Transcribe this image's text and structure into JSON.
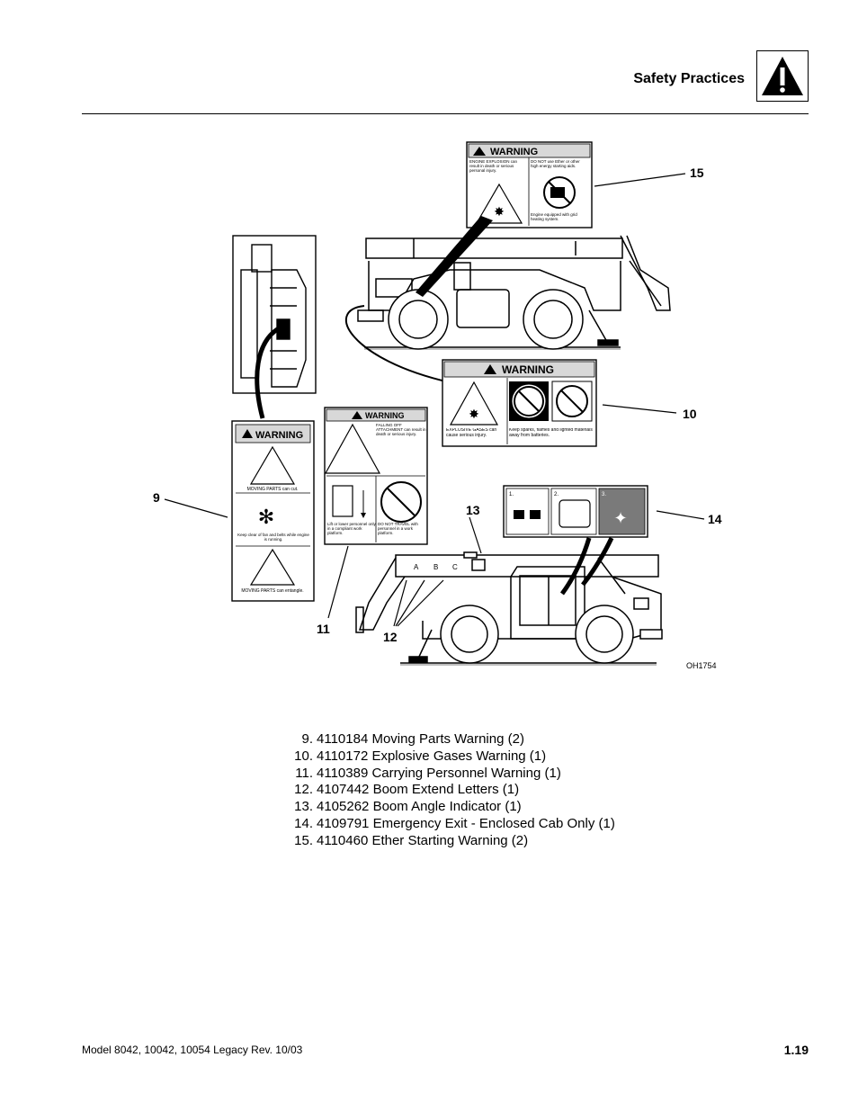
{
  "header": {
    "title": "Safety Practices",
    "icon": "warning-triangle-icon"
  },
  "figure": {
    "code": "OH1754",
    "callouts": [
      "9",
      "10",
      "11",
      "12",
      "13",
      "14",
      "15"
    ],
    "decals": {
      "warning_word": "WARNING",
      "d15": {
        "left": "ENGINE EXPLOSION can result in death or serious personal injury.",
        "right": "DO NOT use Ether or other high energy starting aids.",
        "bottom": "Engine equipped with grid heating system."
      },
      "d10": {
        "left": "EXPLOSIVE GASES can cause serious injury.",
        "right": "Keep sparks, flames and lighted materials away from batteries."
      },
      "d11": {
        "top": "FALLING OFF ATTACHMENT can result in death or serious injury.",
        "left": "Lift or lower personnel only in a compliant work platform.",
        "right": "DO NOT TRAVEL with personnel in a work platform."
      },
      "d9": {
        "a": "MOVING PARTS can cut.",
        "b": "Keep clear of fan and belts while engine is running.",
        "c": "MOVING PARTS can entangle."
      },
      "d14": {
        "steps": [
          "1.",
          "2.",
          "3."
        ]
      },
      "d12": {
        "letters": [
          "A",
          "B",
          "C"
        ]
      }
    }
  },
  "legend": [
    {
      "num": "9.",
      "text": "4110184 Moving Parts Warning (2)"
    },
    {
      "num": "10.",
      "text": "4110172 Explosive Gases Warning (1)"
    },
    {
      "num": "11.",
      "text": "4110389 Carrying Personnel Warning (1)"
    },
    {
      "num": "12.",
      "text": "4107442 Boom Extend Letters (1)"
    },
    {
      "num": "13.",
      "text": "4105262 Boom Angle Indicator (1)"
    },
    {
      "num": "14.",
      "text": "4109791 Emergency Exit - Enclosed Cab Only (1)"
    },
    {
      "num": "15.",
      "text": "4110460 Ether Starting Warning (2)"
    }
  ],
  "footer": {
    "left": "Model  8042, 10042, 10054 Legacy    Rev.  10/03",
    "page": "1.19"
  }
}
